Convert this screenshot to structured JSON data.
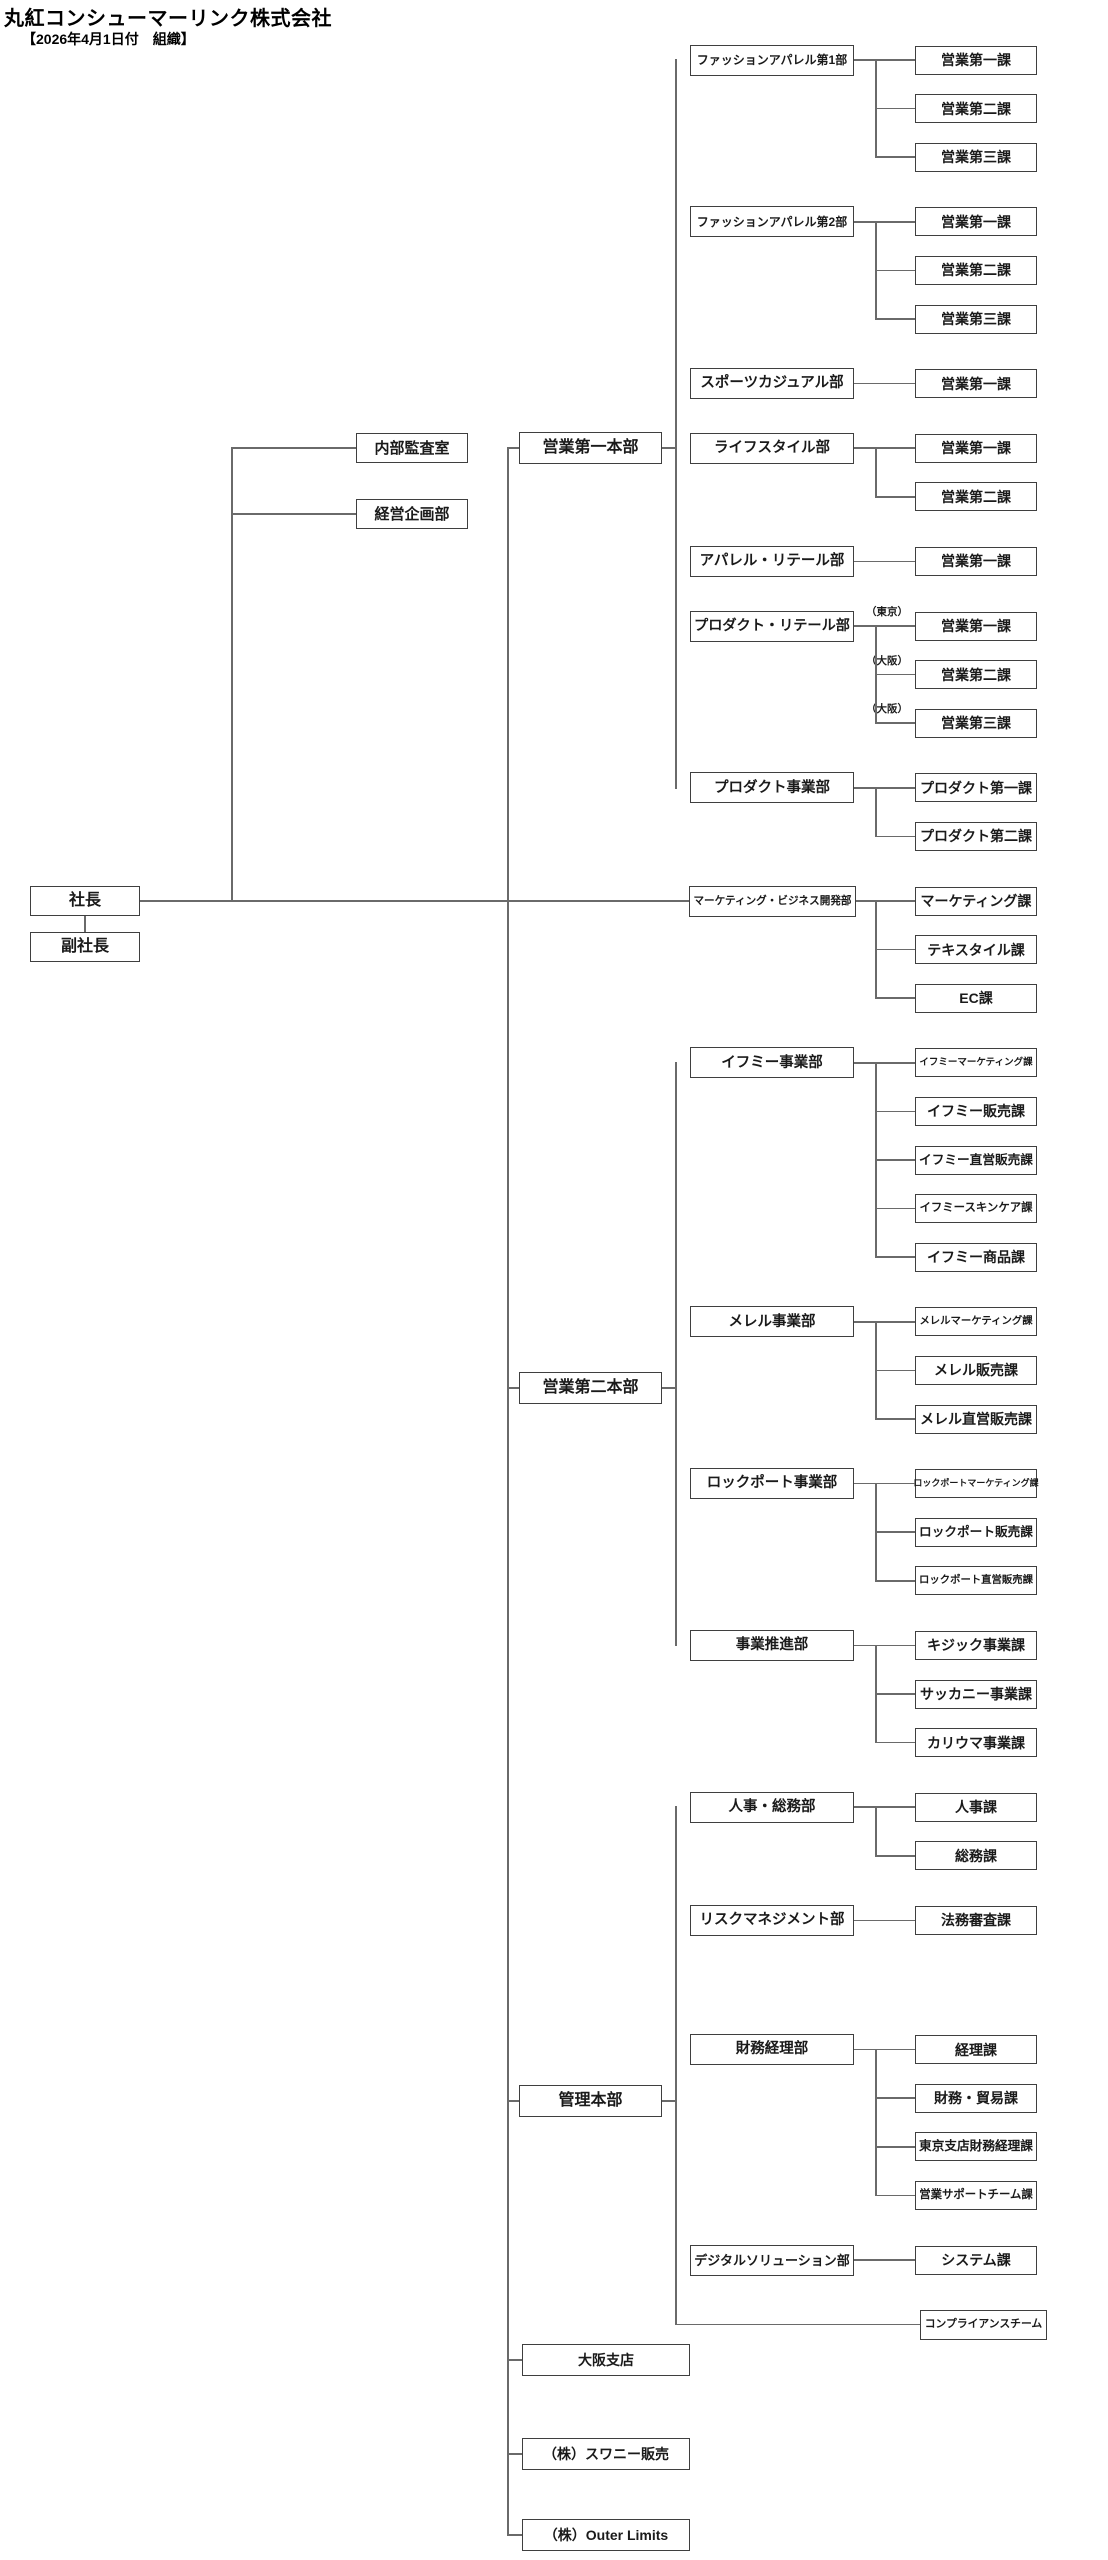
{
  "title": "丸紅コンシューマーリンク株式会社",
  "subtitle": "【2026年4月1日付　組織】",
  "executives": {
    "president": "社長",
    "vice_president": "副社長"
  },
  "staff_units": [
    {
      "label": "内部監査室"
    },
    {
      "label": "経営企画部"
    }
  ],
  "tree": [
    {
      "type": "division",
      "label": "営業第一本部",
      "departments": [
        {
          "label": "ファッションアパレル第1部",
          "sections": [
            {
              "label": "営業第一課"
            },
            {
              "label": "営業第二課"
            },
            {
              "label": "営業第三課"
            }
          ]
        },
        {
          "label": "ファッションアパレル第2部",
          "sections": [
            {
              "label": "営業第一課"
            },
            {
              "label": "営業第二課"
            },
            {
              "label": "営業第三課"
            }
          ]
        },
        {
          "label": "スポーツカジュアル部",
          "sections": [
            {
              "label": "営業第一課"
            }
          ]
        },
        {
          "label": "ライフスタイル部",
          "sections": [
            {
              "label": "営業第一課"
            },
            {
              "label": "営業第二課"
            }
          ]
        },
        {
          "label": "アパレル・リテール部",
          "sections": [
            {
              "label": "営業第一課"
            }
          ]
        },
        {
          "label": "プロダクト・リテール部",
          "sections": [
            {
              "label": "営業第一課",
              "note": "（東京）"
            },
            {
              "label": "営業第二課",
              "note": "（大阪）"
            },
            {
              "label": "営業第三課",
              "note": "（大阪）"
            }
          ]
        },
        {
          "label": "プロダクト事業部",
          "sections": [
            {
              "label": "プロダクト第一課"
            },
            {
              "label": "プロダクト第二課"
            }
          ]
        }
      ]
    },
    {
      "type": "department",
      "label": "マーケティング・ビジネス開発部",
      "sections": [
        {
          "label": "マーケティング課"
        },
        {
          "label": "テキスタイル課"
        },
        {
          "label": "EC課"
        }
      ]
    },
    {
      "type": "division",
      "label": "営業第二本部",
      "departments": [
        {
          "label": "イフミー事業部",
          "sections": [
            {
              "label": "イフミーマーケティング課"
            },
            {
              "label": "イフミー販売課"
            },
            {
              "label": "イフミー直営販売課"
            },
            {
              "label": "イフミースキンケア課"
            },
            {
              "label": "イフミー商品課"
            }
          ]
        },
        {
          "label": "メレル事業部",
          "sections": [
            {
              "label": "メレルマーケティング課"
            },
            {
              "label": "メレル販売課"
            },
            {
              "label": "メレル直営販売課"
            }
          ]
        },
        {
          "label": "ロックポート事業部",
          "sections": [
            {
              "label": "ロックポートマーケティング課"
            },
            {
              "label": "ロックポート販売課"
            },
            {
              "label": "ロックポート直営販売課"
            }
          ]
        },
        {
          "label": "事業推進部",
          "sections": [
            {
              "label": "キジック事業課"
            },
            {
              "label": "サッカニー事業課"
            },
            {
              "label": "カリウマ事業課"
            }
          ]
        }
      ]
    },
    {
      "type": "division",
      "label": "管理本部",
      "departments": [
        {
          "label": "人事・総務部",
          "sections": [
            {
              "label": "人事課"
            },
            {
              "label": "総務課"
            }
          ]
        },
        {
          "label": "リスクマネジメント部",
          "sections": [
            {
              "label": "法務審査課"
            }
          ]
        },
        {
          "label": "財務経理部",
          "sections": [
            {
              "label": "経理課"
            },
            {
              "label": "財務・貿易課"
            },
            {
              "label": "東京支店財務経理課"
            },
            {
              "label": "営業サポートチーム課"
            }
          ]
        },
        {
          "label": "デジタルソリューション部",
          "sections": [
            {
              "label": "システム課"
            }
          ]
        },
        {
          "type": "team",
          "label": "コンプライアンスチーム"
        }
      ]
    },
    {
      "type": "branch",
      "label": "大阪支店"
    },
    {
      "type": "company",
      "label": "（株）スワニー販売"
    },
    {
      "type": "company",
      "label": "（株）Outer Limits"
    }
  ],
  "colors": {
    "line": "#6a6a6a",
    "box_border": "#3f3f3f",
    "text": "#1a1a1a",
    "background": "#ffffff"
  }
}
